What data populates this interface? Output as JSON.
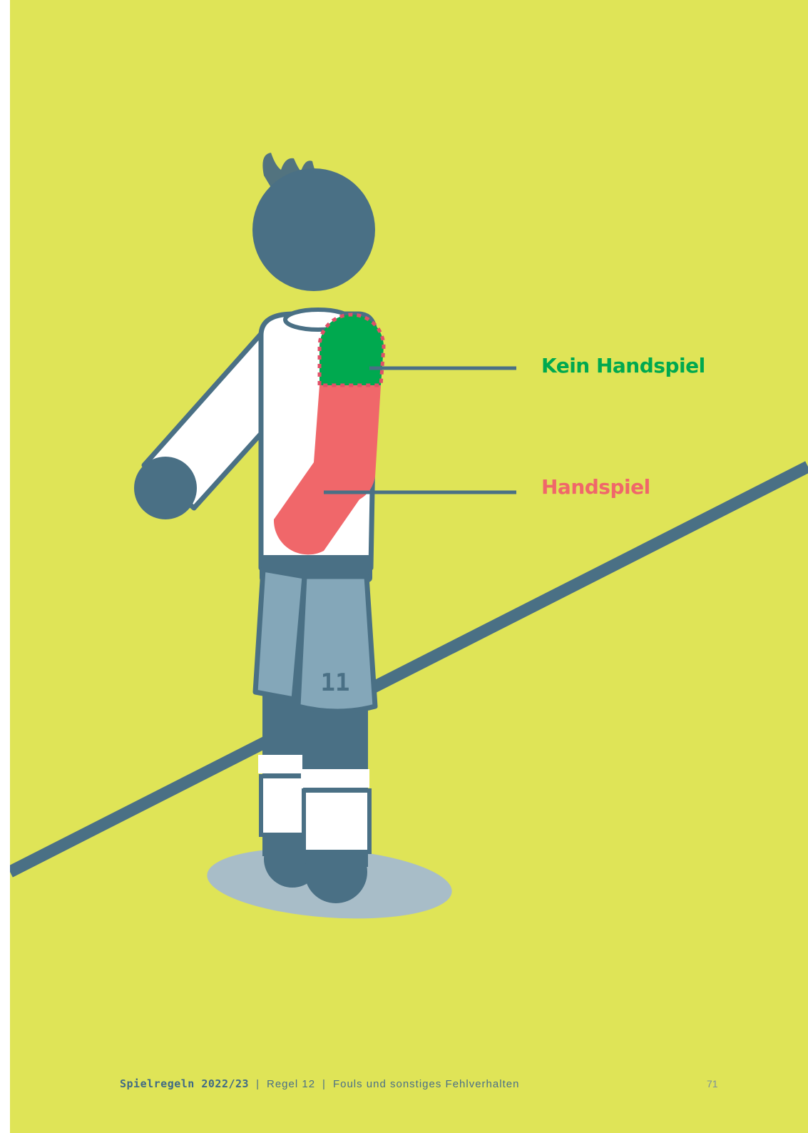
{
  "labels": {
    "no_handball": "Kein Handspiel",
    "handball": "Handspiel"
  },
  "jersey_number": "11",
  "footer": {
    "book_title": "Spielregeln 2022/23",
    "separator": "|",
    "rule": "Regel 12",
    "chapter": "Fouls und sonstiges Fehlverhalten",
    "page_number": "71"
  },
  "colors": {
    "background": "#dfe457",
    "figure_dark": "#4a7085",
    "shorts": "#84a7b9",
    "no_handball_zone": "#00a94f",
    "handball_zone": "#f0676a",
    "shadow": "#a8bdc8"
  }
}
